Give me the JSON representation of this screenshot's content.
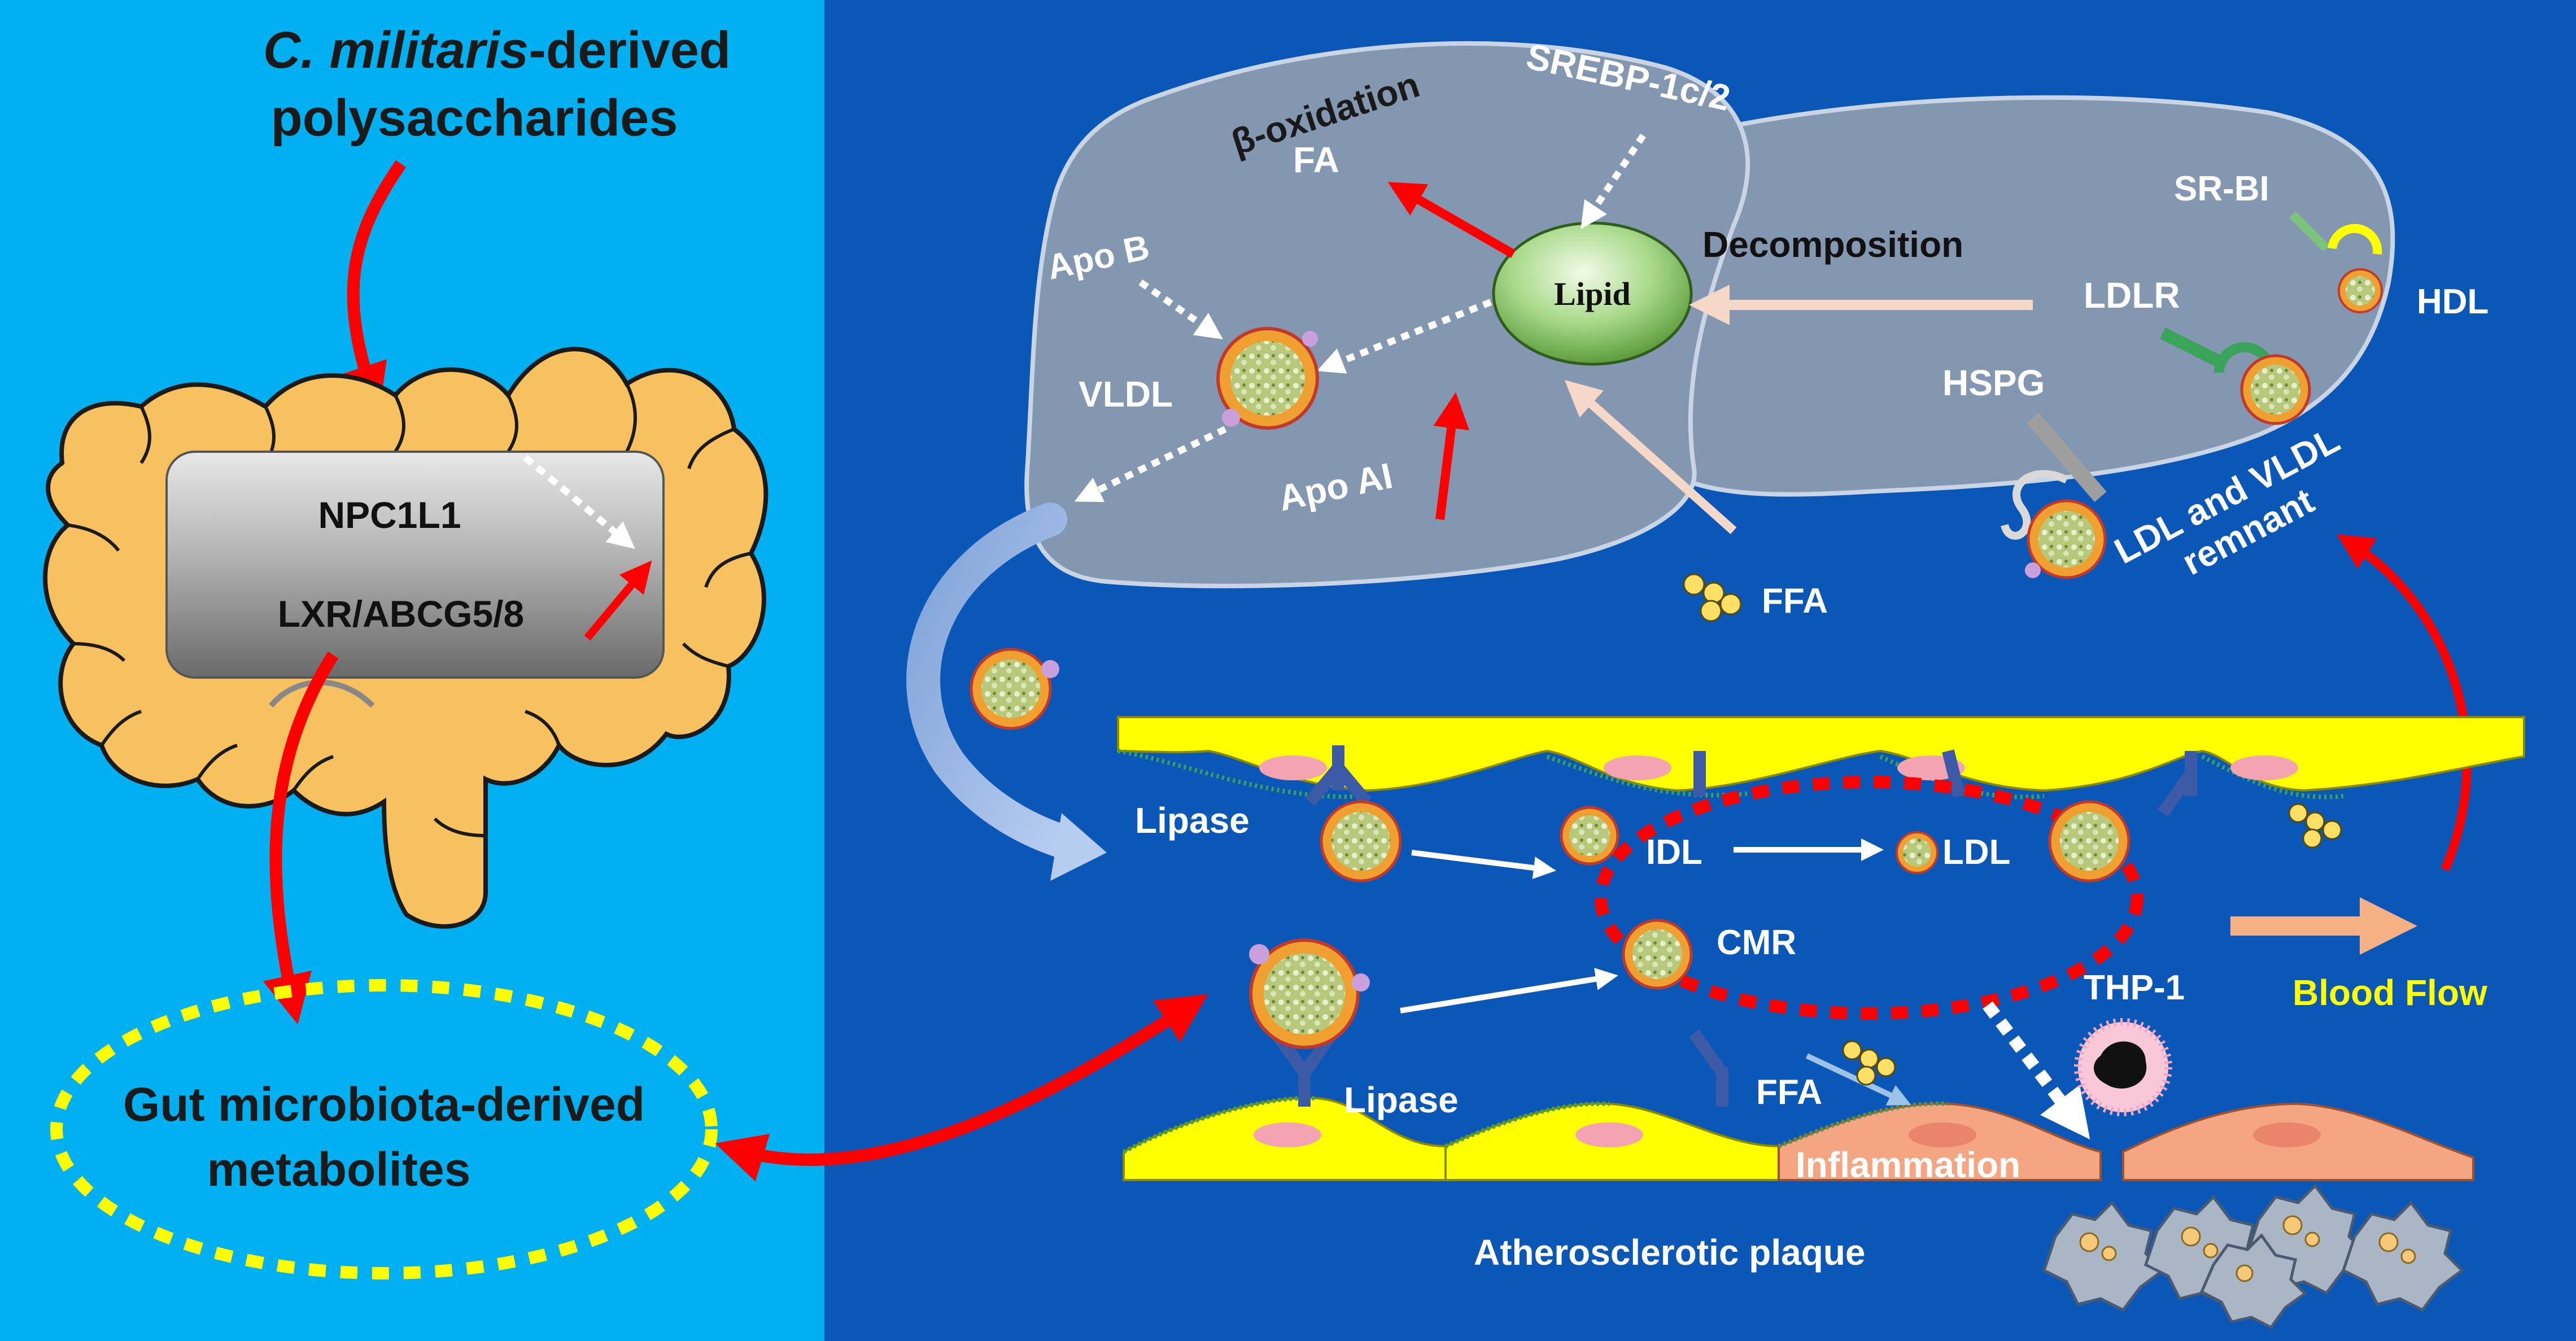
{
  "title": {
    "line1_italic": "C. militaris",
    "line1_rest": "-derived",
    "line2": "polysaccharides"
  },
  "intestine_box": {
    "gene1": "NPC1L1",
    "gene2": "LXR/ABCG5/8"
  },
  "gut_metabolites": {
    "line1": "Gut microbiota-derived",
    "line2": "metabolites"
  },
  "liver": {
    "beta_oxidation": "β-oxidation",
    "srebp": "SREBP-1c/2",
    "fa": "FA",
    "apo_b": "Apo B",
    "lipid": "Lipid",
    "decomposition": "Decomposition",
    "vldl": "VLDL",
    "apo_ai": "Apo AI",
    "sr_bi": "SR-BI",
    "hdl": "HDL",
    "ldlr": "LDLR",
    "hspg": "HSPG",
    "ldl_vldl_remnant_line1": "LDL and VLDL",
    "ldl_vldl_remnant_line2": "remnant",
    "ffa": "FFA"
  },
  "vessel": {
    "lipase_upper": "Lipase",
    "idl": "IDL",
    "ldl": "LDL",
    "cmr": "CMR",
    "thp1": "THP-1",
    "blood_flow": "Blood Flow",
    "lipase_lower": "Lipase",
    "ffa": "FFA",
    "inflammation": "Inflammation",
    "plaque": "Atherosclerotic plaque"
  },
  "colors": {
    "left_panel": "#00b0f0",
    "right_panel": "#0b57b8",
    "liver": "#8497b0",
    "intestine": "#f7c15f",
    "endothelium": "#ffff00",
    "foam_cell": "#f4a582",
    "red_arrow": "#ff0000",
    "dotted_ellipse": "#ffff00",
    "ldl_red_ellipse": "#ff0000",
    "lipid_green": "#8fce63",
    "blood_flow_label": "#ffff00"
  }
}
